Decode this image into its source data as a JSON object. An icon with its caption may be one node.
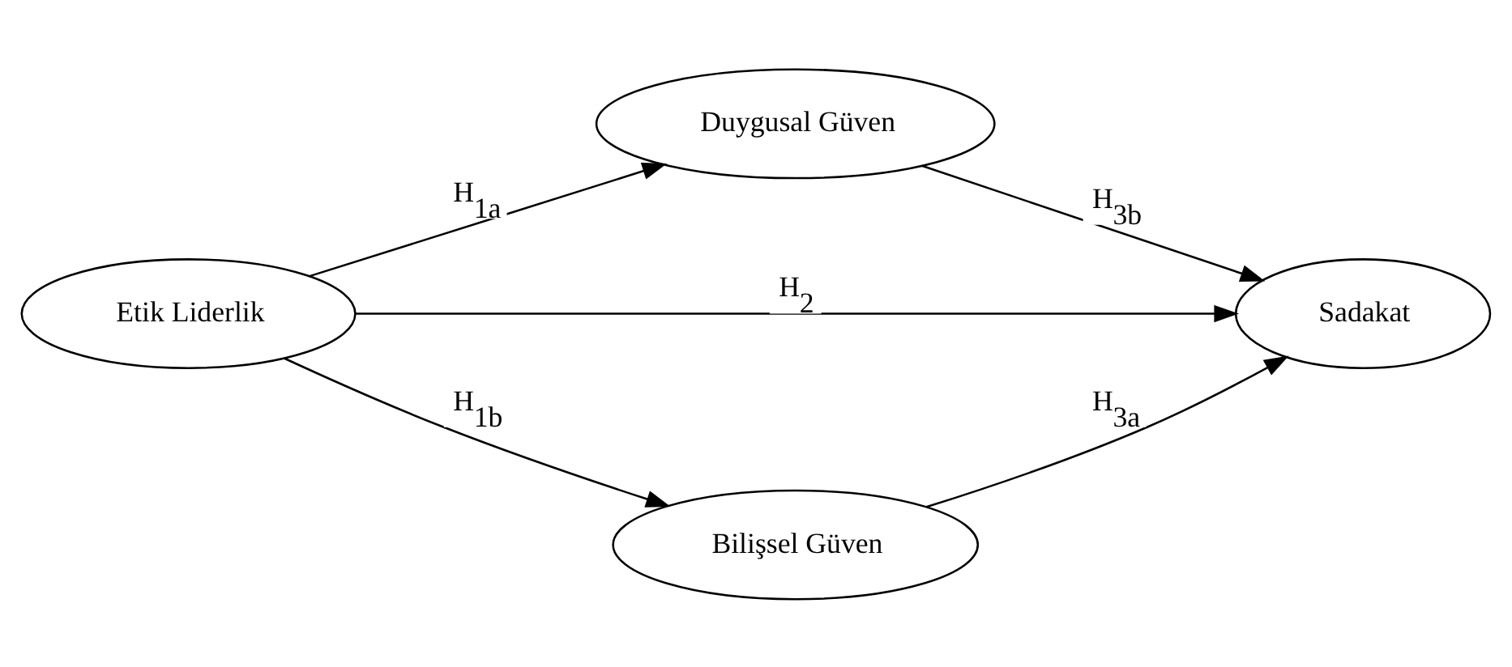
{
  "diagram": {
    "nodes": [
      {
        "text": [
          "Etik Liderlik"
        ]
      },
      {
        "text": [
          "Duygusal Güven"
        ]
      },
      {
        "text": [
          "Bilişsel Güven"
        ]
      },
      {
        "text": [
          "Sadakat"
        ]
      }
    ],
    "edges": [
      {
        "from": 0,
        "to": 1,
        "arrow": "to",
        "label": "H$_{1a}$"
      },
      {
        "from": 0,
        "to": 3,
        "arrow": "to",
        "label": "H$_{2}$"
      },
      {
        "from": 0,
        "to": 2,
        "arrow": "to",
        "label": "H$_{1b}$"
      },
      {
        "from": 1,
        "to": 3,
        "arrow": "to",
        "label": "H$_{3b}$"
      },
      {
        "from": 2,
        "to": 3,
        "arrow": "to",
        "label": "H$_{3a}$"
      }
    ]
  }
}
